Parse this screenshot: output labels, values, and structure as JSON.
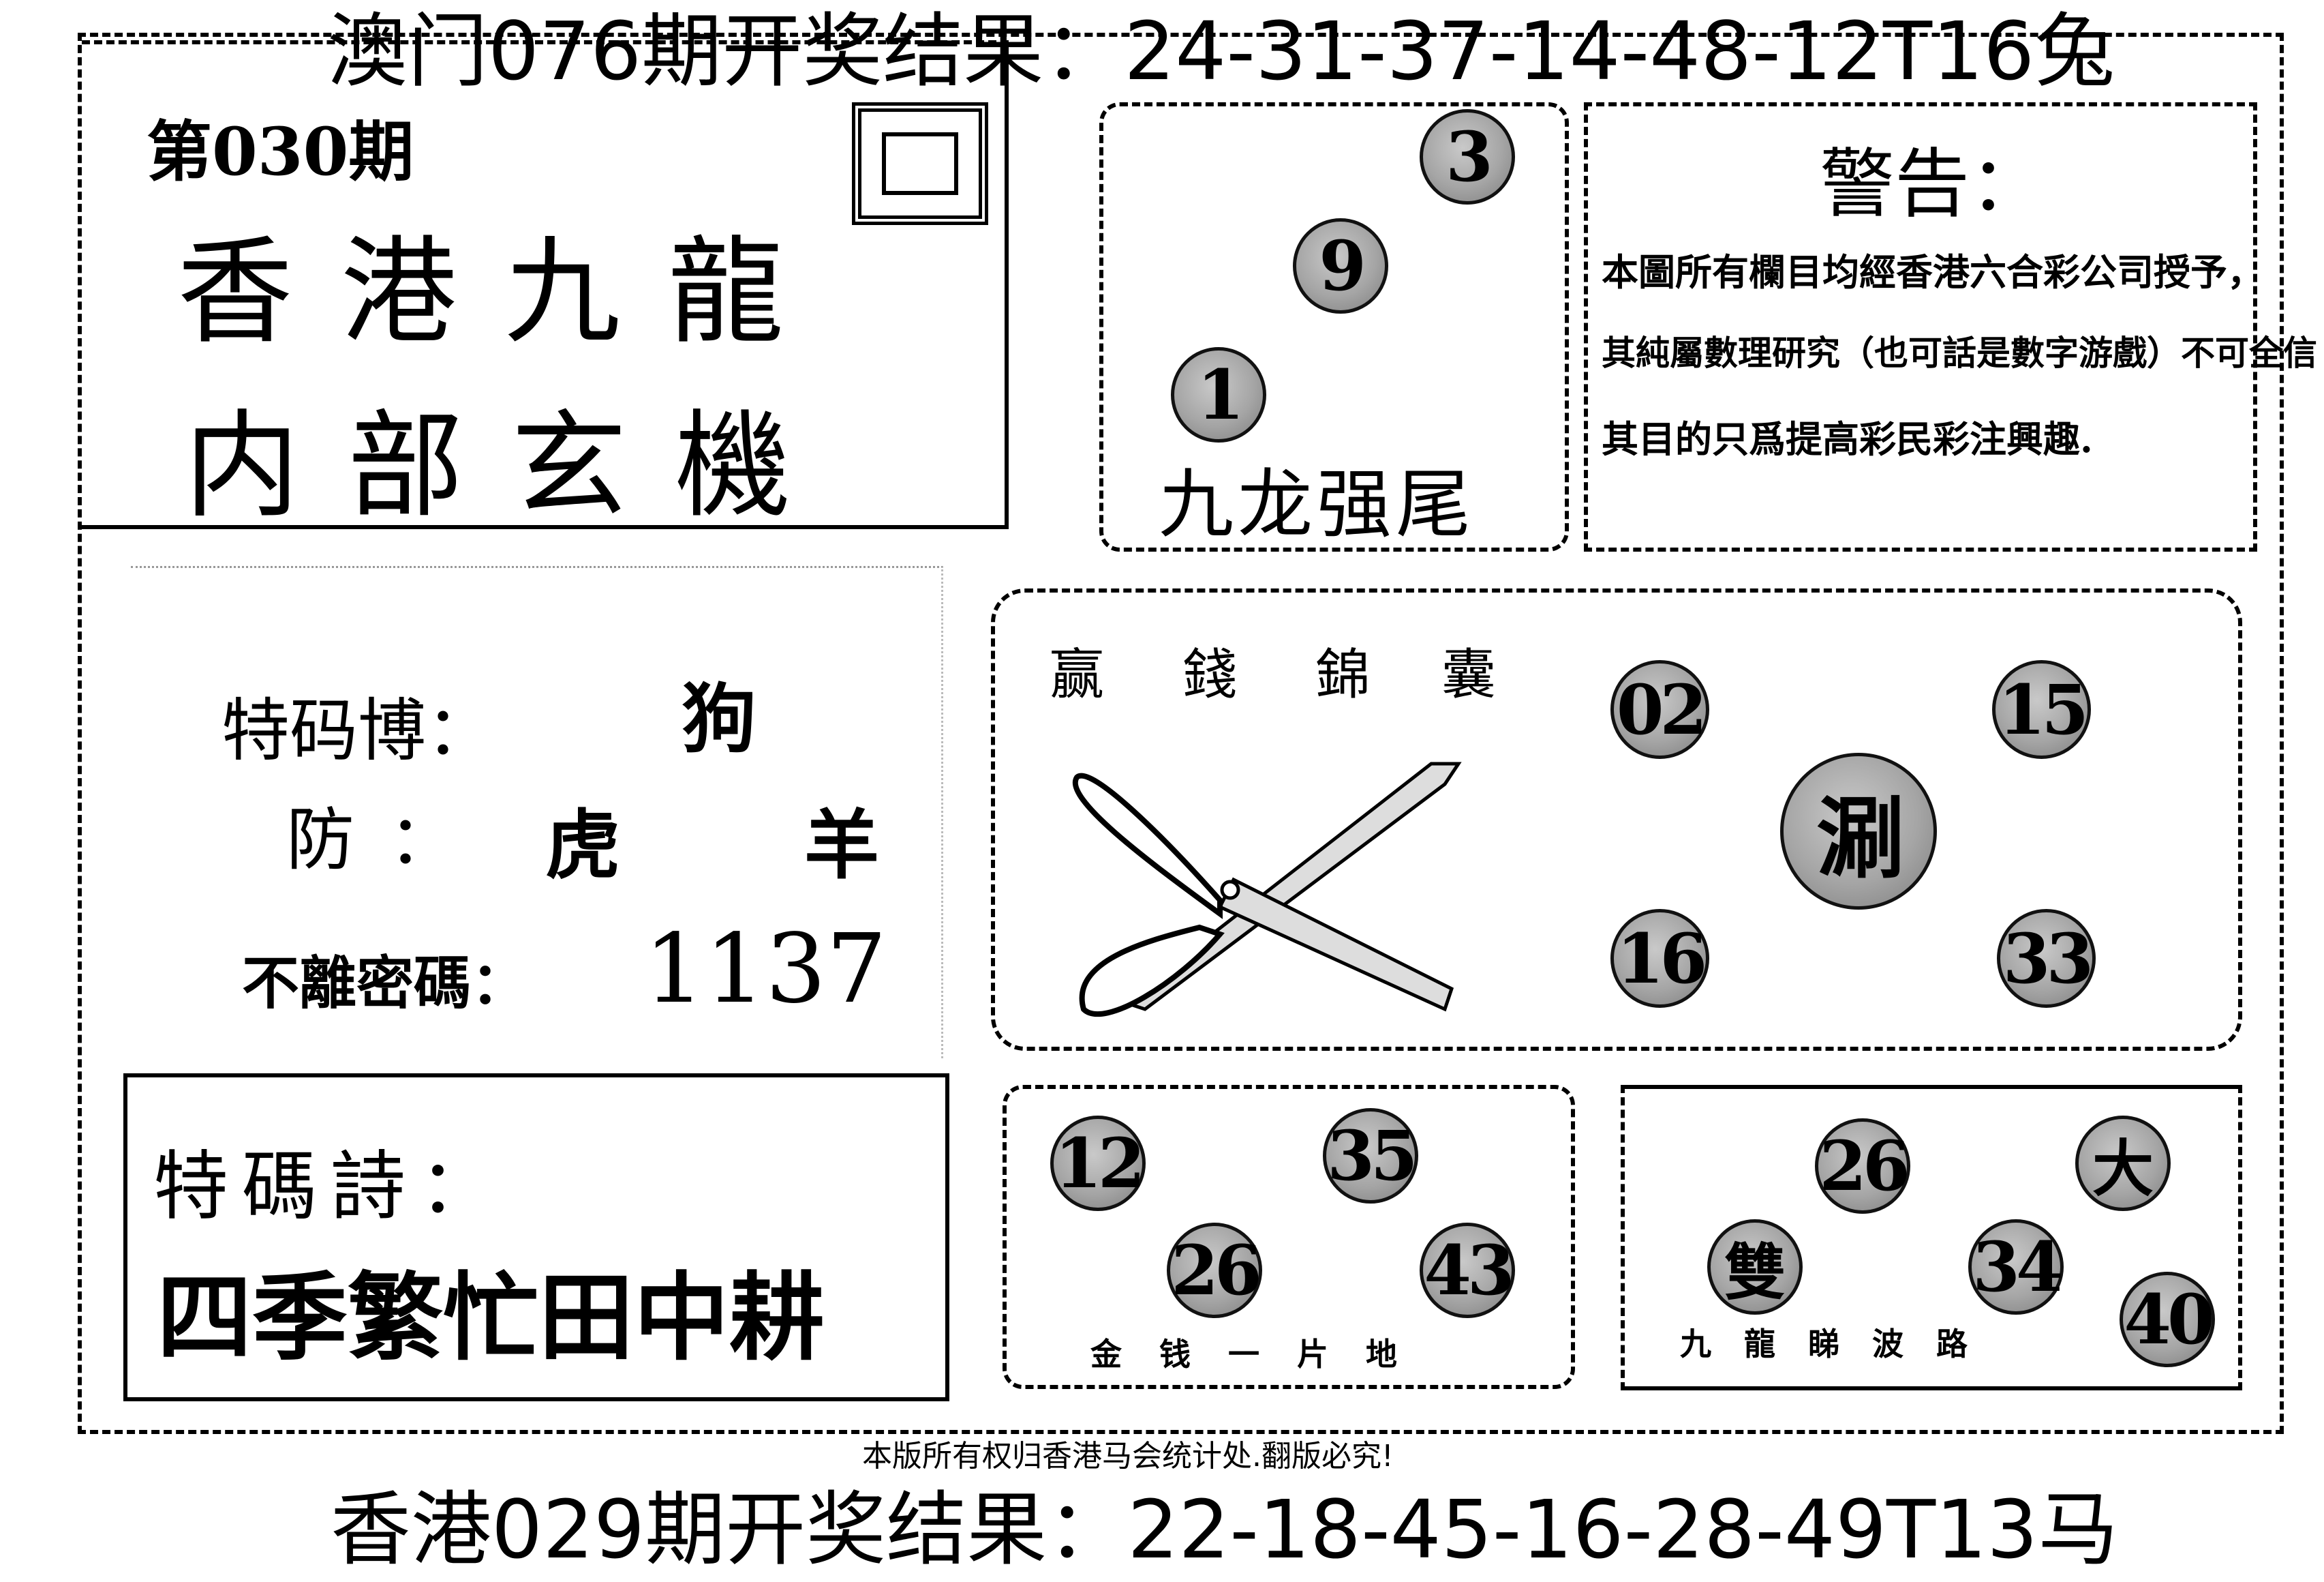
{
  "header": {
    "macau_result": "澳门076期开奖结果：24-31-37-14-48-12T16兔"
  },
  "issue": "第030期",
  "title": {
    "line1": "香港九龍",
    "line2": "内部玄機"
  },
  "box_tail": {
    "balls": [
      "3",
      "9",
      "1"
    ],
    "caption": "九龙强尾"
  },
  "warning": {
    "title": "警告：",
    "lines": [
      "本圖所有欄目均經香港六合彩公司授予，",
      "其純屬數理研究（也可話是數字游戲）不可全信",
      "其目的只爲提高彩民彩注興趣."
    ]
  },
  "tips": {
    "special_label": "特码博：",
    "special_value": "狗",
    "guard_label": "防：",
    "guard_values": [
      "虎",
      "羊"
    ],
    "code_label": "不離密碼：",
    "code_value": "1137"
  },
  "kit": {
    "heading": [
      "赢",
      "錢",
      "錦",
      "囊"
    ],
    "balls": [
      "02",
      "15",
      "16",
      "33"
    ],
    "center": "涮"
  },
  "poem": {
    "label": "特碼詩：",
    "text": "四季繁忙田中耕"
  },
  "money": {
    "balls": [
      "12",
      "35",
      "26",
      "43"
    ],
    "caption": "金钱一片地"
  },
  "wave": {
    "balls": [
      "26",
      "大",
      "雙",
      "34",
      "40"
    ],
    "caption": "九龍睇波路"
  },
  "footer": {
    "copyright": "本版所有权归香港马会统计处.翻版必究!",
    "hk_result": "香港029期开奖结果：22-18-45-16-28-49T13马"
  }
}
